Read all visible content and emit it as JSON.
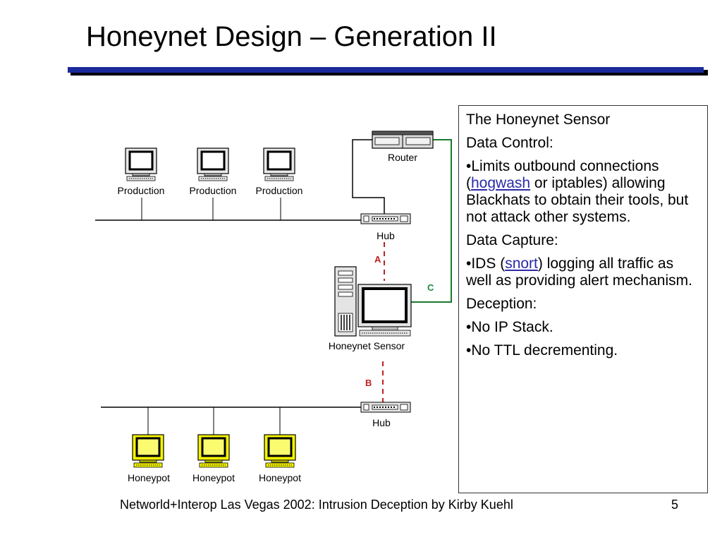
{
  "slide": {
    "title": "Honeynet Design – Generation II",
    "footer": "Networld+Interop Las Vegas 2002: Intrusion Deception by Kirby Kuehl",
    "page_number": "5"
  },
  "diagram": {
    "production_labels": [
      "Production",
      "Production",
      "Production"
    ],
    "honeypot_labels": [
      "Honeypot",
      "Honeypot",
      "Honeypot"
    ],
    "router_label": "Router",
    "hub_top_label": "Hub",
    "hub_bottom_label": "Hub",
    "sensor_label": "Honeynet Sensor",
    "link_a": "A",
    "link_b": "B",
    "link_c": "C"
  },
  "info_box": {
    "heading": "The Honeynet Sensor",
    "data_control": "Data Control:",
    "dc_prefix": "•Limits outbound connections (",
    "dc_link": "hogwash",
    "dc_suffix": " or iptables) allowing Blackhats to obtain their tools, but not attack other systems.",
    "data_capture": "Data Capture:",
    "cap_prefix": "•IDS (",
    "cap_link": "snort",
    "cap_suffix": ") logging all traffic as well as providing alert mechanism.",
    "deception": "Deception:",
    "dec_item1": "•No IP Stack.",
    "dec_item2": "•No TTL decrementing."
  }
}
